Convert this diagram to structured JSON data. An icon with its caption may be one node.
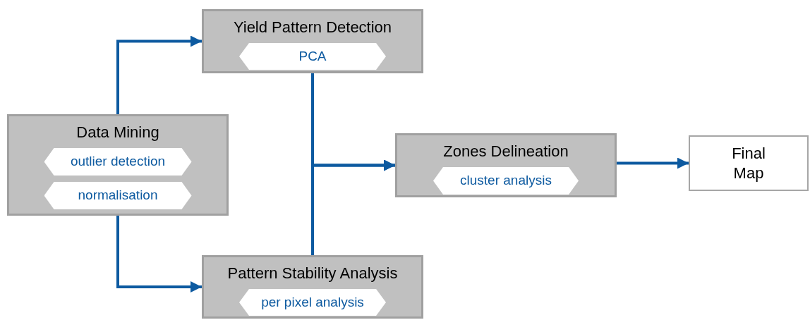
{
  "diagram": {
    "nodes": [
      {
        "text": [
          "Data Mining"
        ]
      },
      {
        "text": [
          "outlier detection"
        ],
        "in": 0
      },
      {
        "text": [
          "normalisation"
        ],
        "in": 0
      },
      {
        "text": [
          "Yield Pattern Detection"
        ]
      },
      {
        "text": [
          "PCA"
        ],
        "in": 3
      },
      {
        "text": [
          "Pattern Stability Analysis"
        ]
      },
      {
        "text": [
          "per pixel analysis"
        ],
        "in": 5
      },
      {
        "text": [
          "Zones Delineation"
        ]
      },
      {
        "text": [
          "cluster analysis"
        ],
        "in": 7
      },
      {
        "text": [
          "Final Map"
        ]
      }
    ],
    "edges": [
      {
        "from": 0,
        "to": 3,
        "arrow": "to"
      },
      {
        "from": 0,
        "to": 5,
        "arrow": "to"
      },
      {
        "from": 3,
        "to": 7,
        "arrow": "to"
      },
      {
        "from": 5,
        "to": 7,
        "arrow": "to"
      },
      {
        "from": 7,
        "to": 9,
        "arrow": "to"
      }
    ]
  }
}
